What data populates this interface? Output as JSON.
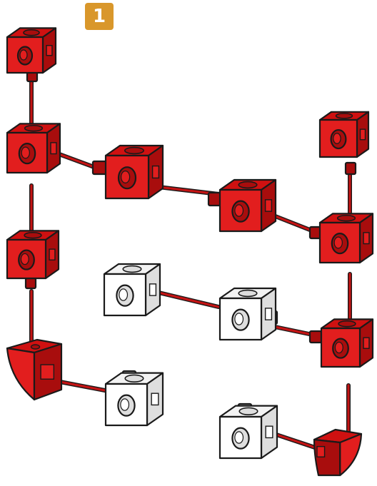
{
  "step": {
    "number": "1"
  },
  "colors": {
    "red_front": "#e21e1e",
    "red_top": "#cf1111",
    "red_side": "#a80d0d",
    "outline": "#1a1a1a",
    "white_front": "#ffffff",
    "white_top": "#f3f3f3",
    "white_side": "#dedede",
    "connector": "#c41414",
    "badge": "#d9972b"
  },
  "parts": [
    {
      "kind": "cube",
      "color": "red"
    },
    {
      "kind": "cube",
      "color": "red"
    },
    {
      "kind": "cube",
      "color": "red"
    },
    {
      "kind": "cube",
      "color": "red"
    },
    {
      "kind": "cube",
      "color": "red"
    },
    {
      "kind": "cube",
      "color": "red"
    },
    {
      "kind": "cube",
      "color": "red"
    },
    {
      "kind": "cube",
      "color": "red"
    },
    {
      "kind": "cube",
      "color": "white"
    },
    {
      "kind": "cube",
      "color": "white"
    },
    {
      "kind": "cube",
      "color": "white"
    },
    {
      "kind": "cube",
      "color": "white"
    },
    {
      "kind": "quarter-round",
      "color": "red"
    },
    {
      "kind": "quarter-round",
      "color": "red"
    }
  ]
}
